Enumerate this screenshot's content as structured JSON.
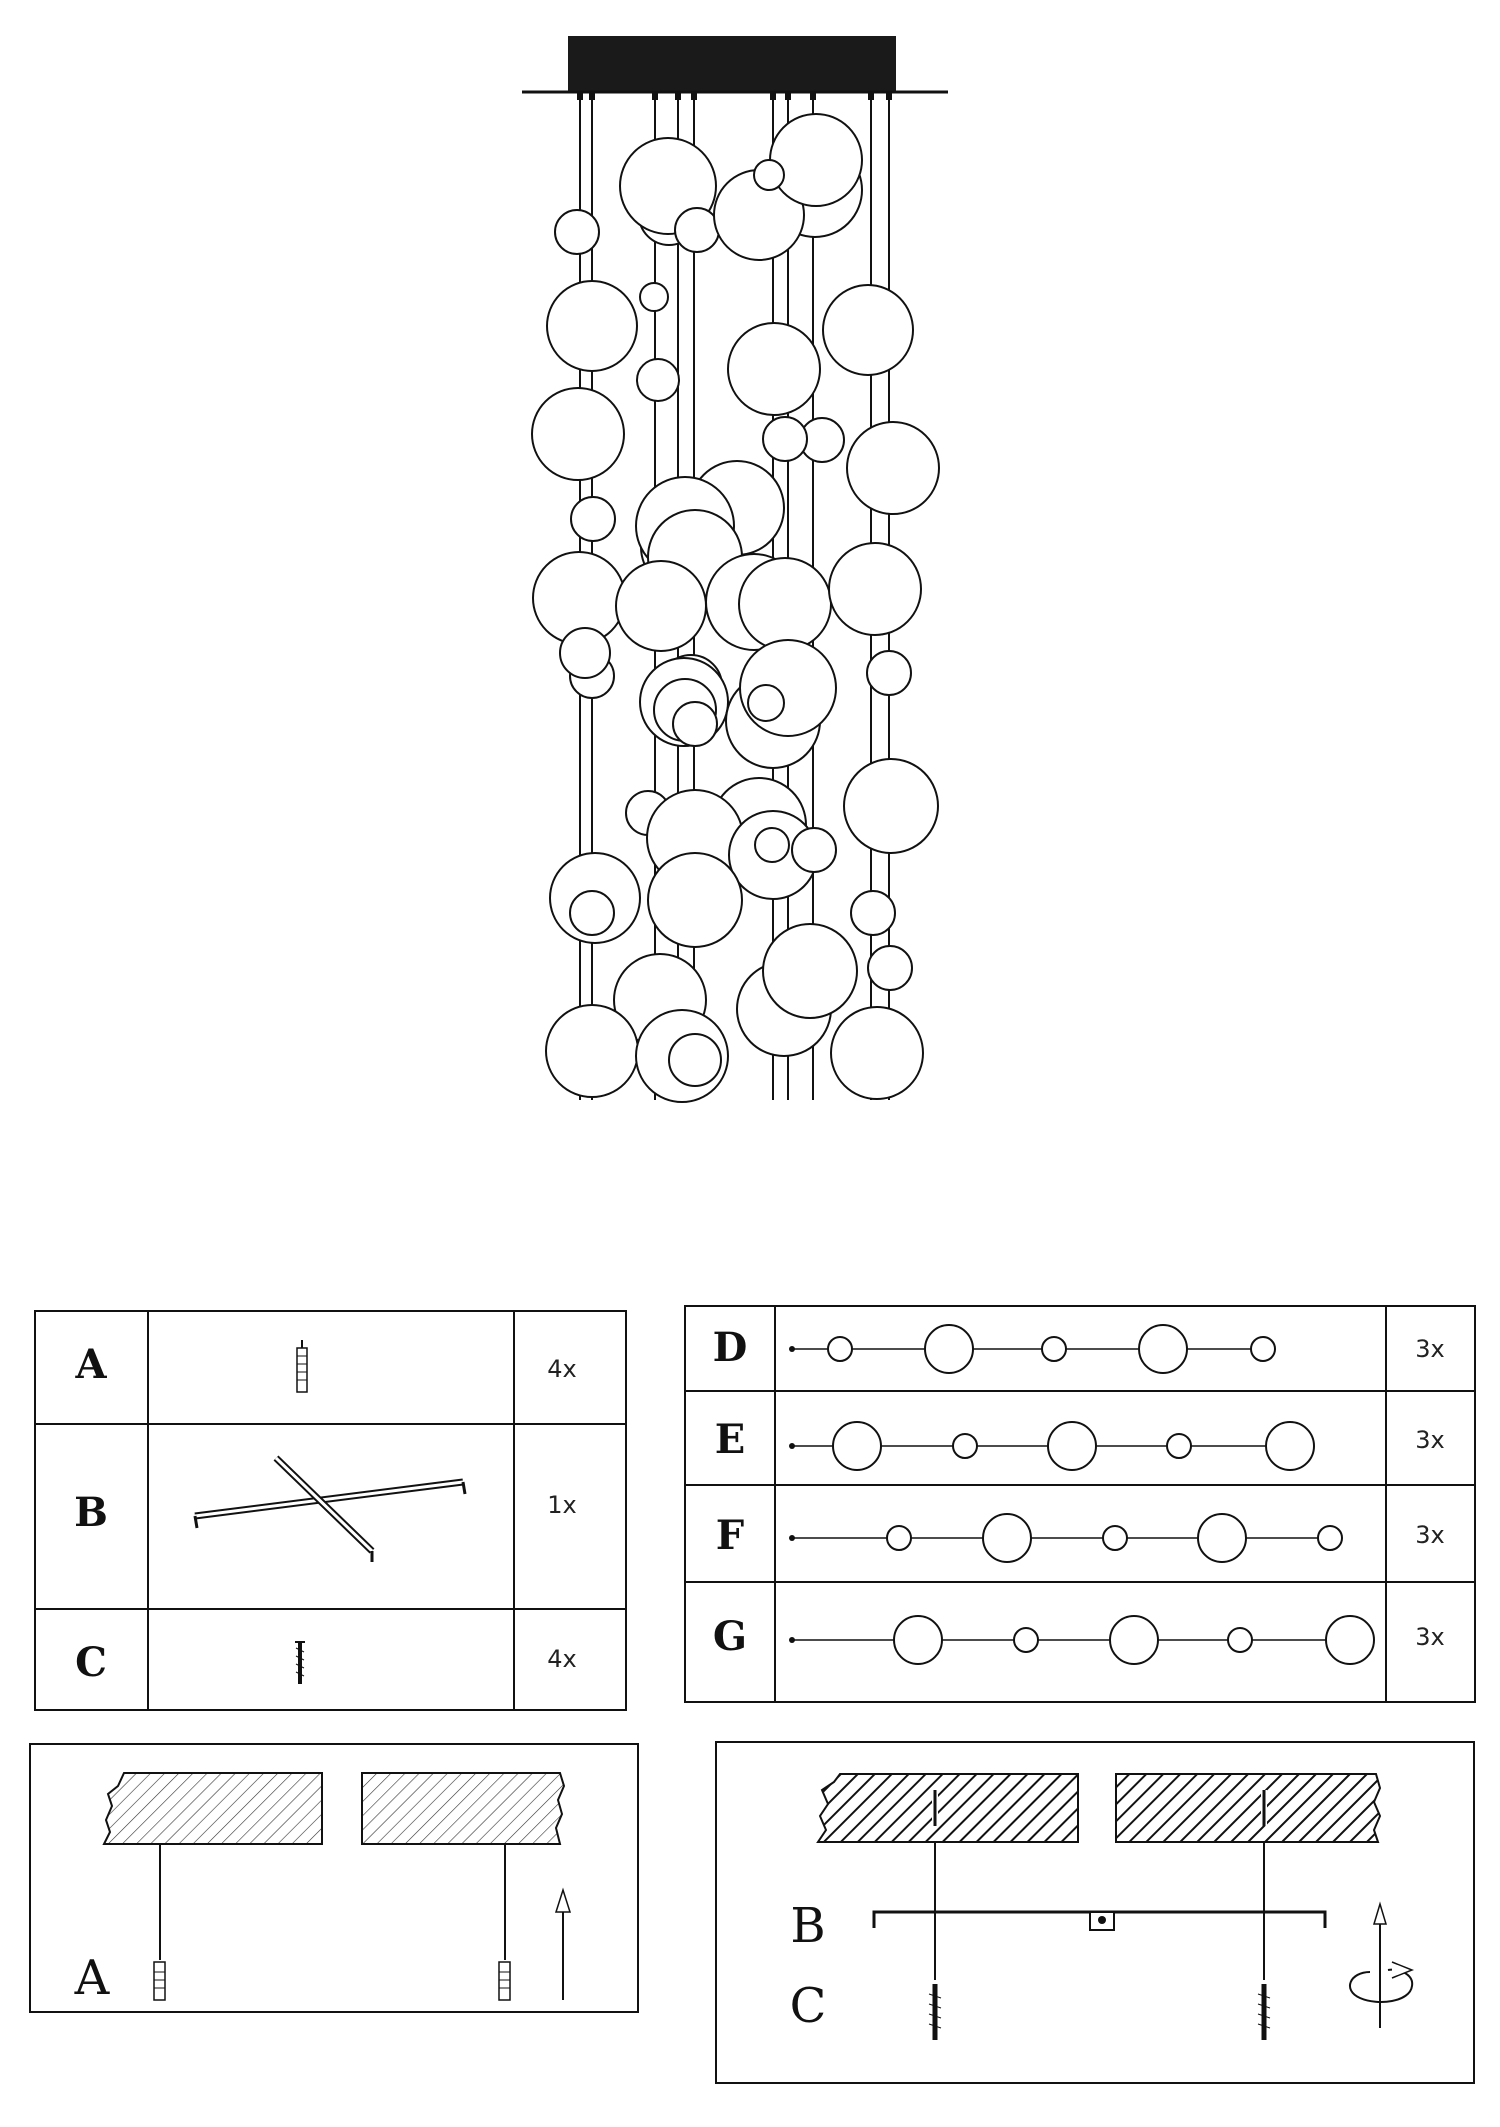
{
  "parts_top": [
    {
      "letter": "A",
      "qty": "4x",
      "part": "wall-plug"
    },
    {
      "letter": "B",
      "qty": "1x",
      "part": "cross-bracket"
    },
    {
      "letter": "C",
      "qty": "4x",
      "part": "screw"
    }
  ],
  "parts_strings": [
    {
      "letter": "D",
      "qty": "3x"
    },
    {
      "letter": "E",
      "qty": "3x"
    },
    {
      "letter": "F",
      "qty": "3x"
    },
    {
      "letter": "G",
      "qty": "3x"
    }
  ],
  "step1": {
    "label_a": "A"
  },
  "step2": {
    "label_b": "B",
    "label_c": "C"
  },
  "icons": {
    "up_arrow": "up-arrow-icon",
    "rotate": "rotate-icon"
  }
}
